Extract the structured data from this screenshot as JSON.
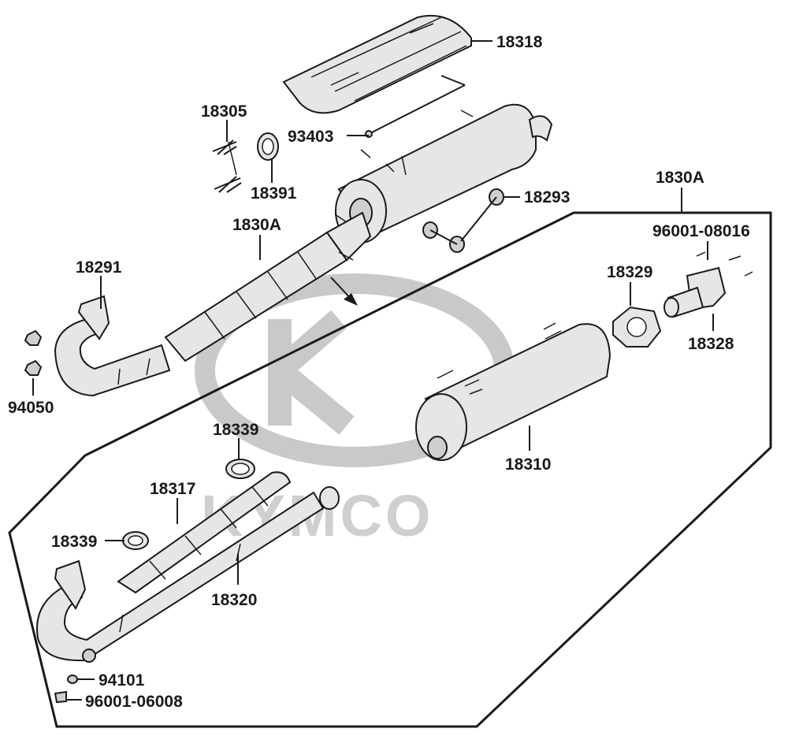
{
  "watermark": {
    "brand": "KYMCO"
  },
  "labels": {
    "p18318": "18318",
    "p18305": "18305",
    "p93403": "93403",
    "p18391": "18391",
    "p1830A_top": "1830A",
    "p18293": "18293",
    "p1830A_main": "1830A",
    "p18291": "18291",
    "p96001_08016": "96001-08016",
    "p18329": "18329",
    "p18328": "18328",
    "p94050": "94050",
    "p18339_top": "18339",
    "p18310": "18310",
    "p18317": "18317",
    "p18339_left": "18339",
    "p18320": "18320",
    "p94101": "94101",
    "p96001_06008": "96001-06008"
  }
}
